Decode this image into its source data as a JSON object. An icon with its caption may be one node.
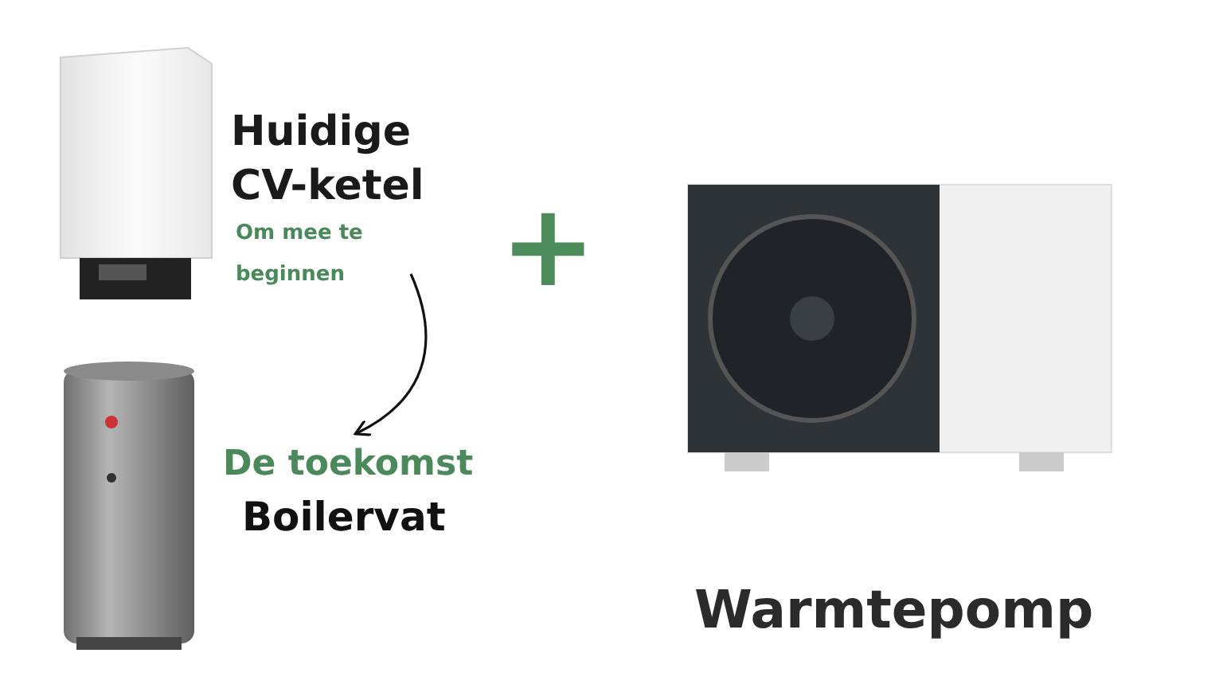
{
  "diagram": {
    "nodes": [
      {
        "text": [
          "Huidige CV-ketel",
          "Om mee te beginnen"
        ]
      },
      {
        "text": [
          "De toekomst",
          "Boilervat"
        ]
      }
    ],
    "edges": [
      {
        "from": 0,
        "to": 1,
        "arrow": "to"
      }
    ],
    "labels": [
      "+",
      "Warmtepomp"
    ]
  }
}
